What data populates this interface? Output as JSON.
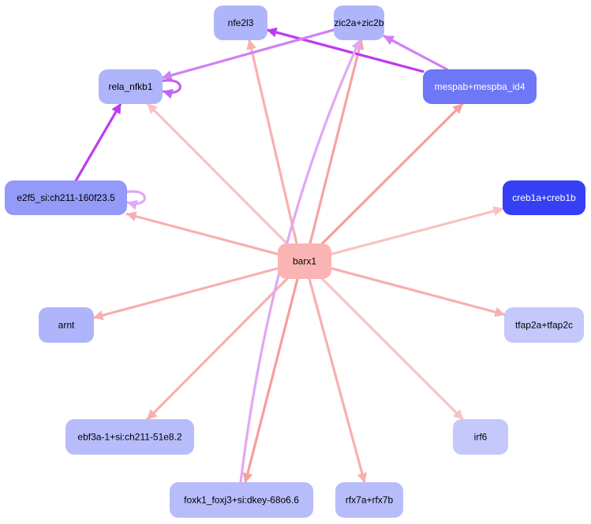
{
  "colors": {
    "background": "#ffffff",
    "pink_edge": "#f7aaaa",
    "pink_edge_light": "#f9c2c2",
    "violet_edge": "#be3af0",
    "lavender_edge": "#e0a8f5"
  },
  "graph": {
    "nodes": [
      {
        "id": "nfe2l3",
        "label": "nfe2l3",
        "fill": "#afb5fa",
        "text_color": "#000000"
      },
      {
        "id": "zic2a",
        "label": "zic2a+zic2b",
        "fill": "#afb5fa",
        "text_color": "#000000"
      },
      {
        "id": "rela",
        "label": "rela_nfkb1",
        "fill": "#afb5fa",
        "text_color": "#000000"
      },
      {
        "id": "mespab",
        "label": "mespab+mespba_id4",
        "fill": "#6e77f5",
        "text_color": "#ffffff"
      },
      {
        "id": "e2f5",
        "label": "e2f5_si:ch211-160f23.5",
        "fill": "#939af8",
        "text_color": "#000000"
      },
      {
        "id": "creb1a",
        "label": "creb1a+creb1b",
        "fill": "#3540f5",
        "text_color": "#ffffff"
      },
      {
        "id": "barx1",
        "label": "barx1",
        "fill": "#fbb4b4",
        "text_color": "#000000"
      },
      {
        "id": "arnt",
        "label": "arnt",
        "fill": "#afb5fa",
        "text_color": "#000000"
      },
      {
        "id": "tfap2a",
        "label": "tfap2a+tfap2c",
        "fill": "#c4c8fb",
        "text_color": "#000000"
      },
      {
        "id": "ebf3a",
        "label": "ebf3a-1+si:ch211-51e8.2",
        "fill": "#b7bcfa",
        "text_color": "#000000"
      },
      {
        "id": "irf6",
        "label": "irf6",
        "fill": "#c4c8fb",
        "text_color": "#000000"
      },
      {
        "id": "foxk1",
        "label": "foxk1_foxj3+si:dkey-68o6.6",
        "fill": "#b7bcfa",
        "text_color": "#000000"
      },
      {
        "id": "rfx7a",
        "label": "rfx7a+rfx7b",
        "fill": "#b7bcfa",
        "text_color": "#000000"
      }
    ],
    "edges": [
      {
        "source": "barx1",
        "target": "nfe2l3",
        "color": "#f7b0b0"
      },
      {
        "source": "barx1",
        "target": "zic2a",
        "color": "#f7a4a4"
      },
      {
        "source": "barx1",
        "target": "rela",
        "color": "#f9c2c2"
      },
      {
        "source": "barx1",
        "target": "mespab",
        "color": "#f79e9e"
      },
      {
        "source": "barx1",
        "target": "e2f5",
        "color": "#f7b0b0"
      },
      {
        "source": "barx1",
        "target": "creb1a",
        "color": "#f9c2c2"
      },
      {
        "source": "barx1",
        "target": "arnt",
        "color": "#f7b0b0"
      },
      {
        "source": "barx1",
        "target": "tfap2a",
        "color": "#f7b0b0"
      },
      {
        "source": "barx1",
        "target": "ebf3a",
        "color": "#f7b0b0"
      },
      {
        "source": "barx1",
        "target": "irf6",
        "color": "#f9c2c2"
      },
      {
        "source": "barx1",
        "target": "foxk1",
        "color": "#f79e9e"
      },
      {
        "source": "barx1",
        "target": "rfx7a",
        "color": "#f7b0b0"
      },
      {
        "source": "mespab",
        "target": "nfe2l3",
        "color": "#be3af0"
      },
      {
        "source": "mespab",
        "target": "zic2a",
        "color": "#d080f3"
      },
      {
        "source": "zic2a",
        "target": "rela",
        "color": "#d080f3"
      },
      {
        "source": "e2f5",
        "target": "rela",
        "color": "#be3af0"
      },
      {
        "source": "foxk1",
        "target": "zic2a",
        "color": "#e0a8f5"
      },
      {
        "source": "rela",
        "target": "rela",
        "color": "#c463f0",
        "self_loop": true
      },
      {
        "source": "e2f5",
        "target": "e2f5",
        "color": "#e0a8f5",
        "self_loop": true
      }
    ]
  }
}
